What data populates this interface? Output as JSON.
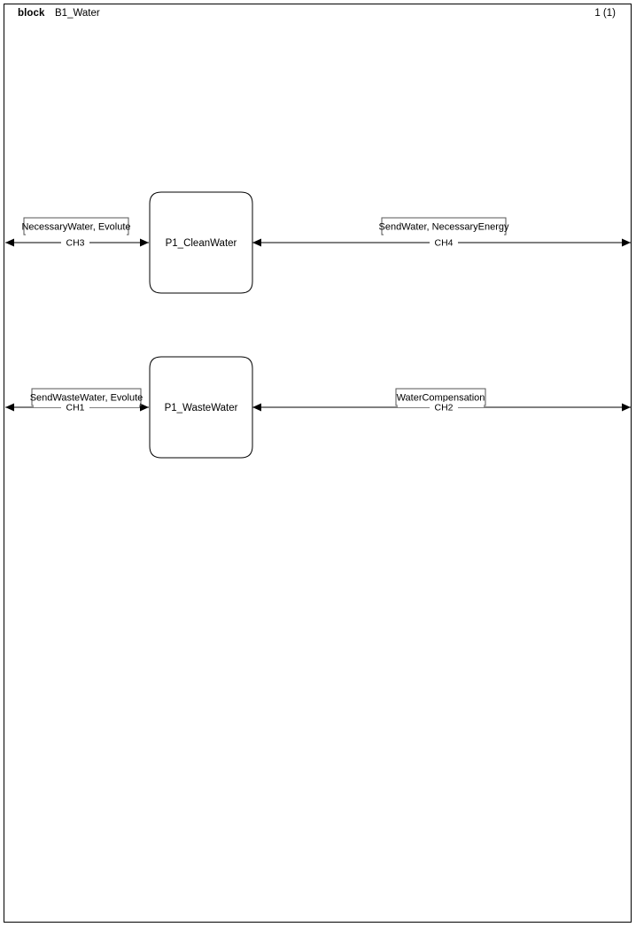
{
  "header": {
    "kind": "block",
    "name": "B1_Water",
    "page": "1 (1)"
  },
  "blocks": [
    {
      "id": "p1-cleanwater",
      "label": "P1_CleanWater"
    },
    {
      "id": "p1-wastewater",
      "label": "P1_WasteWater"
    }
  ],
  "channels": [
    {
      "id": "ch3",
      "name": "CH3",
      "signals": "NecessaryWater, Evolute",
      "direction": "bidirectional",
      "side": "left",
      "row": "top"
    },
    {
      "id": "ch4",
      "name": "CH4",
      "signals": "SendWater, NecessaryEnergy",
      "direction": "bidirectional",
      "side": "right",
      "row": "top"
    },
    {
      "id": "ch1",
      "name": "CH1",
      "signals": "SendWasteWater, Evolute",
      "direction": "bidirectional",
      "side": "left",
      "row": "bottom"
    },
    {
      "id": "ch2",
      "name": "CH2",
      "signals": "WaterCompensation",
      "direction": "bidirectional",
      "side": "right",
      "row": "bottom"
    }
  ],
  "colors": {
    "line": "#000000",
    "signal_box_border": "#555555",
    "page_background": "#ffffff"
  }
}
